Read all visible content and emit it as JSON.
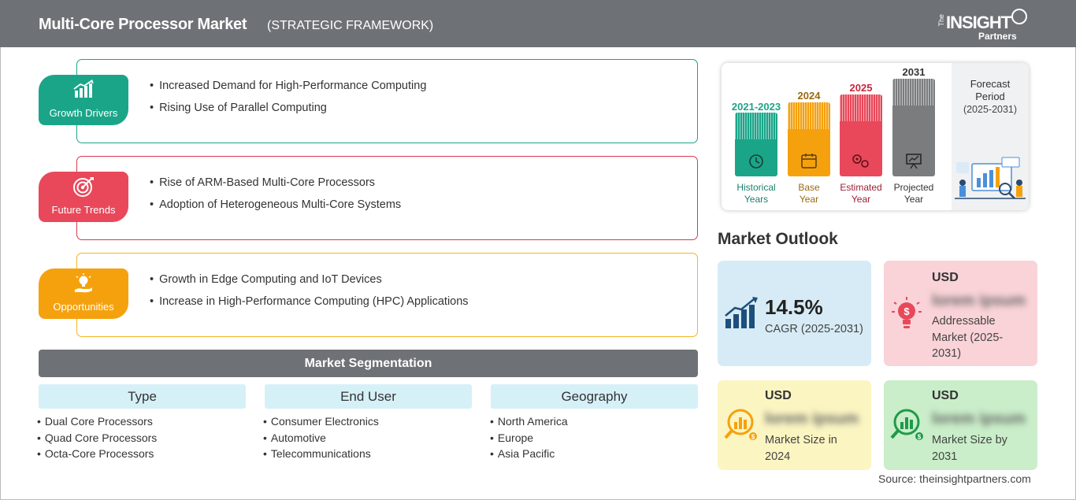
{
  "header": {
    "title": "Multi-Core Processor Market",
    "subtitle": "(STRATEGIC FRAMEWORK)",
    "logo": {
      "the": "The",
      "insight": "INSIGHT",
      "partners": "Partners"
    }
  },
  "framework": [
    {
      "label": "Growth Drivers",
      "color": "#1aa589",
      "border": "#1aa589",
      "icon": "growth-chart-icon",
      "items": [
        "Increased Demand for High-Performance Computing",
        "Rising Use of Parallel Computing"
      ]
    },
    {
      "label": "Future Trends",
      "color": "#e8485a",
      "border": "#d63b4d",
      "icon": "target-icon",
      "items": [
        "Rise of ARM-Based Multi-Core Processors",
        "Adoption of Heterogeneous Multi-Core Systems"
      ]
    },
    {
      "label": "Opportunities",
      "color": "#f5a10e",
      "border": "#f5b525",
      "icon": "lightbulb-hand-icon",
      "items": [
        "Growth in Edge Computing and IoT Devices",
        "Increase in High-Performance Computing (HPC) Applications"
      ]
    }
  ],
  "segmentation": {
    "title": "Market Segmentation",
    "columns": [
      {
        "head": "Type",
        "items": [
          "Dual Core Processors",
          "Quad Core Processors",
          "Octa-Core Processors"
        ]
      },
      {
        "head": "End User",
        "items": [
          "Consumer Electronics",
          "Automotive",
          "Telecommunications"
        ]
      },
      {
        "head": "Geography",
        "items": [
          "North America",
          "Europe",
          "Asia Pacific"
        ]
      }
    ]
  },
  "timeline": {
    "periods": [
      {
        "year": "2021-2023",
        "caption": [
          "Historical",
          "Years"
        ],
        "color": "#1aa589",
        "year_color": "#1aa589",
        "caption_color": "#1a7f6c",
        "icon": "clock-history-icon"
      },
      {
        "year": "2024",
        "caption": [
          "Base",
          "Year"
        ],
        "color": "#f5a10e",
        "year_color": "#9a6a10",
        "caption_color": "#9a6a10",
        "icon": "calendar-icon"
      },
      {
        "year": "2025",
        "caption": [
          "Estimated",
          "Year"
        ],
        "color": "#e8485a",
        "year_color": "#c4283b",
        "caption_color": "#9b2033",
        "icon": "gears-icon"
      },
      {
        "year": "2031",
        "caption": [
          "Projected",
          "Year"
        ],
        "color": "#7b7c7e",
        "year_color": "#333333",
        "caption_color": "#333333",
        "icon": "presentation-icon"
      }
    ],
    "forecast_title": [
      "Forecast",
      "Period"
    ],
    "forecast_years": "(2025-2031)"
  },
  "outlook": {
    "title": "Market Outlook",
    "cagr": {
      "value": "14.5%",
      "label": "CAGR (2025-2031)",
      "bg": "#d6ebf5"
    },
    "addressable": {
      "currency": "USD",
      "value": "lorem ipsum",
      "label": [
        "Addressable",
        "Market (2025-",
        "2031)"
      ],
      "bg": "#f9d3d8"
    },
    "size_2024": {
      "currency": "USD",
      "value": "lorem ipsum",
      "label": [
        "Market Size in",
        "2024"
      ],
      "bg": "#fbf5c2"
    },
    "size_2031": {
      "currency": "USD",
      "value": "lorem ipsum",
      "label": [
        "Market Size by",
        "2031"
      ],
      "bg": "#c9eec9"
    }
  },
  "source": "Source: theinsightpartners.com"
}
